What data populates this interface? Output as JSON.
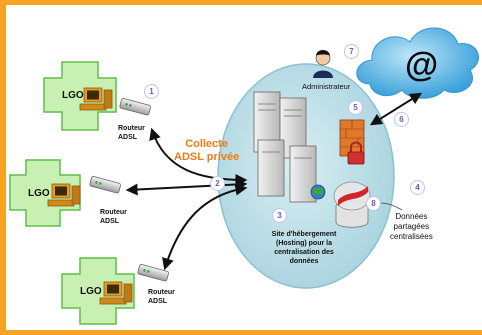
{
  "colors": {
    "frame": "#f7a323",
    "cross_fill": "#c8f0b2",
    "cross_stroke": "#5fbf4a",
    "ellipse_fill": "#bfe0e8",
    "ellipse_stroke": "#8cc0cf",
    "cloud": "#5db8e6",
    "collecte": "#f27b16",
    "badge_text": "#6a5acd"
  },
  "sites": [
    {
      "name": "LGO",
      "router_label_1": "Routeur",
      "router_label_2": "ADSL",
      "badge": "1"
    },
    {
      "name": "LGO",
      "router_label_1": "Routeur",
      "router_label_2": "ADSL"
    },
    {
      "name": "LGO",
      "router_label_1": "Routeur",
      "router_label_2": "ADSL"
    }
  ],
  "collecte": {
    "line1": "Collecte",
    "line2": "ADSL privée"
  },
  "hosting": {
    "line1": "Site d'hébergement",
    "line2": "(Hosting) pour la",
    "line3": "centralisation des",
    "line4": "données"
  },
  "administrateur": "Administrateur",
  "donnees": {
    "line1": "Données",
    "line2": "partagées",
    "line3": "centralisées"
  },
  "internet_symbol": "@",
  "badges": {
    "n1": "1",
    "n2": "2",
    "n3": "3",
    "n4": "4",
    "n5": "5",
    "n6": "6",
    "n7": "7",
    "n8": "8"
  },
  "icons": [
    "computer-icon",
    "router-icon",
    "server-icon",
    "firewall-icon",
    "padlock-icon",
    "database-icon",
    "globe-icon",
    "administrator-icon",
    "cloud-icon"
  ]
}
